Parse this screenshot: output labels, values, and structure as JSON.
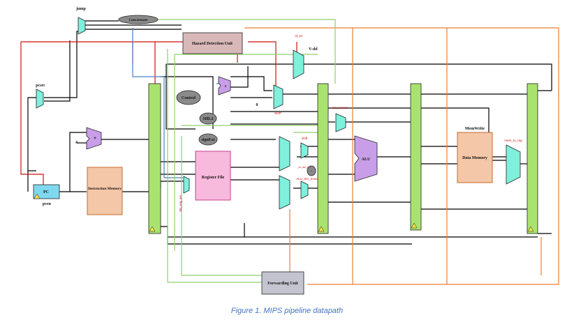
{
  "caption": "Figure 1. MIPS pipeline datapath",
  "blocks": {
    "pc": "PC",
    "instruction_memory": "Instruction Memory",
    "register_file": "Register File",
    "alu": "ALU",
    "data_memory": "Data Memory",
    "hazard_unit": "Hazard Detection Unit",
    "forwarding_unit": "Forwarding Unit",
    "control": "Control",
    "concatenate": "Concatenate",
    "shl2": "SHL2",
    "sign_ext": "signExt"
  },
  "labels": {
    "jump": "jump",
    "pcsrc": "pcsrc",
    "pcen": "pcen",
    "const_four": "4",
    "const_zero": "0",
    "memwrite": "MemWrite",
    "mem_to_reg": "mem_to_reg",
    "alu_src": "alu_source",
    "shift": "shift",
    "nop": "NOP",
    "v_dd": "V-dd",
    "id_en": "id_en",
    "alu_src_mux2": "ALU_Src_mux2",
    "rd_sel": "dst_reg_sel",
    "pc_alu_src": "pc_alu_src"
  },
  "colors": {
    "latch": "#a9e36f",
    "mux": "#7ff0dc",
    "adder": "#c89ee8",
    "memory": "#f4c7a8",
    "register_file": "#f7b9dc",
    "hazard": "#d8b8b8",
    "forwarding": "#c4c4d0",
    "oval": "#8a8a8a",
    "wire_red": "#d01010",
    "wire_orange": "#ed7d31",
    "wire_blue": "#4a7fc4",
    "wire_green": "#8fcf6a",
    "caption": "#4472c4"
  }
}
